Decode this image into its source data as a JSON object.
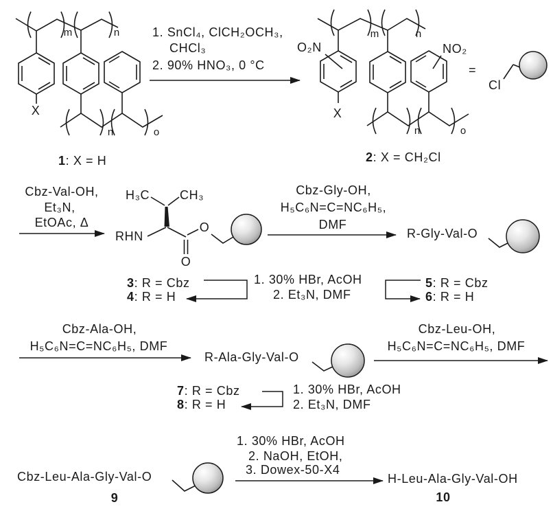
{
  "colors": {
    "ink": "#1a1a1a",
    "background": "#ffffff",
    "bead_light": "#ffffff",
    "bead_dark": "#8a8a8a"
  },
  "labels": {
    "c1_num": "1",
    "c1_rest": ": X = H",
    "c2_num": "2",
    "c2_rest": ": X = CH₂Cl",
    "c3_num": "3",
    "c3_rest": ": R = Cbz",
    "c4_num": "4",
    "c4_rest": ": R = H",
    "c5_num": "5",
    "c5_rest": ": R = Cbz",
    "c6_num": "6",
    "c6_rest": ": R = H",
    "c7_num": "7",
    "c7_rest": ": R = Cbz",
    "c8_num": "8",
    "c8_rest": ": R = H",
    "c9_num": "9",
    "c10_num": "10"
  },
  "structures": {
    "polymer1": {
      "x": "X",
      "sub_m": "m",
      "sub_n_top": "n",
      "sub_n_bottom": "n",
      "sub_o": "o"
    },
    "polymer2": {
      "x": "X",
      "o2n": "O₂N",
      "no2": "NO₂",
      "sub_m": "m",
      "sub_n_top": "n",
      "sub_n_bottom": "n",
      "sub_o": "o"
    },
    "bead_def": {
      "equals": "=",
      "cl": "Cl"
    },
    "valine_ester": {
      "h3c": "H₃C",
      "ch3": "CH₃",
      "rhn": "RHN",
      "ester_o": "O",
      "carbonyl_o": "O"
    },
    "gly_val": "R-Gly-Val-O",
    "ala_gly_val": "R-Ala-Gly-Val-O",
    "compound9": "Cbz-Leu-Ala-Gly-Val-O",
    "compound10": "H-Leu-Ala-Gly-Val-OH"
  },
  "conditions": {
    "nitration": {
      "line1": "1. SnCl₄, ClCH₂OCH₃,",
      "line2": "CHCl₃",
      "line3": "2. 90% HNO₃, 0 °C"
    },
    "val_coupling": {
      "line1": "Cbz-Val-OH,",
      "line2": "Et₃N,",
      "line3": "EtOAc, Δ"
    },
    "gly_coupling": {
      "line1": "Cbz-Gly-OH,",
      "line2": "H₅C₆N=C=NC₆H₅,",
      "line3": "DMF"
    },
    "ala_coupling": {
      "line1": "Cbz-Ala-OH,",
      "line2": "H₅C₆N=C=NC₆H₅, DMF"
    },
    "leu_coupling": {
      "line1": "Cbz-Leu-OH,",
      "line2": "H₅C₆N=C=NC₆H₅, DMF"
    },
    "deprotection_mid": {
      "line1": "1. 30% HBr, AcOH",
      "line2": "2. Et₃N, DMF"
    },
    "deprotection_78": {
      "line1": "1. 30% HBr, AcOH",
      "line2": "2. Et₃N, DMF"
    },
    "cleavage": {
      "line1": "1. 30% HBr, AcOH",
      "line2": "2. NaOH, EtOH,",
      "line3": "3. Dowex-50-X4"
    }
  }
}
